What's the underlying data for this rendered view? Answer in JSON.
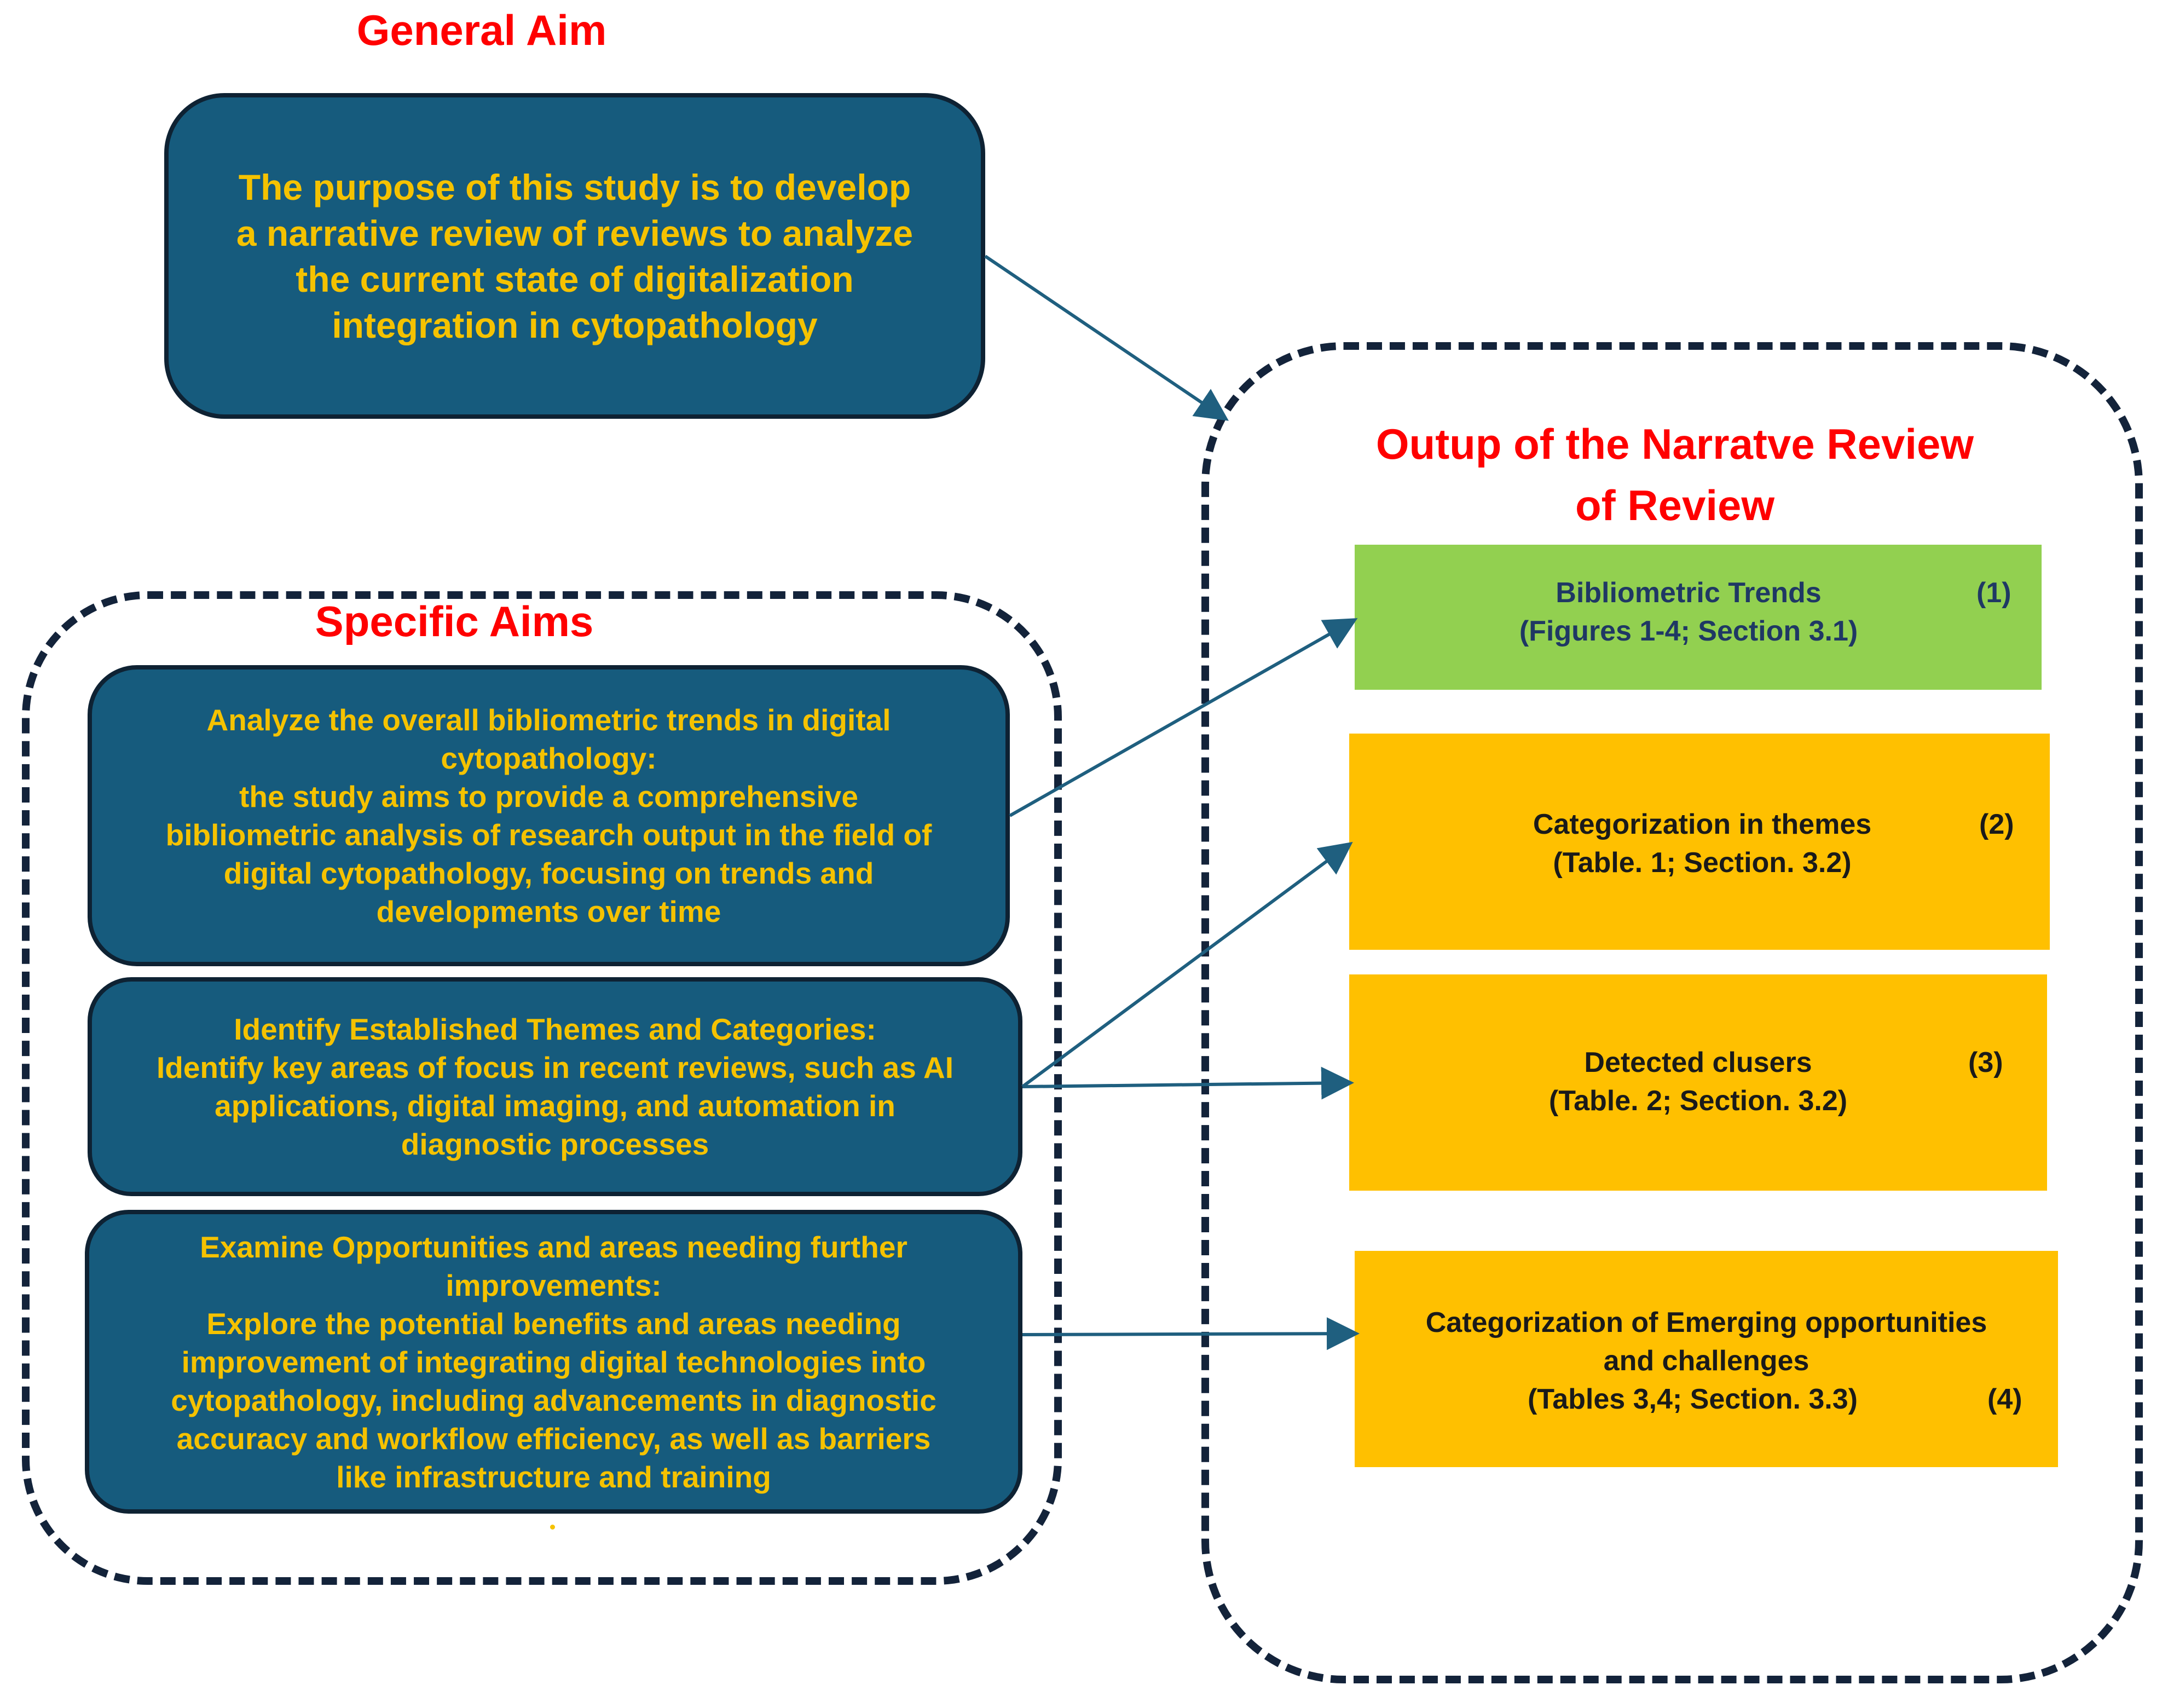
{
  "general_aim": {
    "title": "General Aim",
    "lines": [
      "The purpose of this study is to develop",
      "a narrative review of reviews to analyze",
      "the current state of digitalization",
      "integration in cytopathology"
    ]
  },
  "specific_aims": {
    "title": "Specific Aims",
    "aims": [
      {
        "lines": [
          "Analyze the overall bibliometric trends in digital",
          "cytopathology:",
          "the study aims to provide a comprehensive",
          "bibliometric analysis of research output in the field of",
          "digital cytopathology, focusing on trends and",
          "developments over time"
        ]
      },
      {
        "lines": [
          "Identify Established Themes and Categories:",
          "Identify key areas of focus in recent reviews, such as AI",
          "applications, digital imaging, and automation in",
          "diagnostic processes"
        ]
      },
      {
        "lines": [
          "Examine Opportunities and areas needing further",
          "improvements:",
          "Explore the potential benefits and areas needing",
          "improvement of integrating digital technologies into",
          "cytopathology, including advancements in diagnostic",
          "accuracy and workflow efficiency, as well as barriers",
          "like infrastructure and training"
        ]
      }
    ]
  },
  "output": {
    "title_lines": [
      "Outup of the Narratve Review",
      "of Review"
    ],
    "items": [
      {
        "lines": [
          "Bibliometric Trends",
          "(Figures 1-4; Section 3.1)"
        ],
        "number": "(1)",
        "color": "#92d050",
        "text_color": "#1f3864"
      },
      {
        "lines": [
          "Categorization in themes",
          "(Table. 1; Section. 3.2)"
        ],
        "number": "(2)",
        "color": "#ffc000",
        "text_color": "#1a1a1a"
      },
      {
        "lines": [
          "Detected clusers",
          "(Table. 2; Section. 3.2)"
        ],
        "number": "(3)",
        "color": "#ffc000",
        "text_color": "#1a1a1a"
      },
      {
        "lines": [
          "Categorization of Emerging opportunities",
          "and challenges",
          "(Tables 3,4; Section. 3.3)"
        ],
        "number": "(4)",
        "color": "#ffc000",
        "text_color": "#1a1a1a"
      }
    ]
  },
  "colors": {
    "title_red": "#ff0000",
    "aim_box_fill": "#165b7d",
    "aim_text": "#f5c200",
    "dash_border": "#13233a",
    "arrow": "#1f5f7f"
  }
}
